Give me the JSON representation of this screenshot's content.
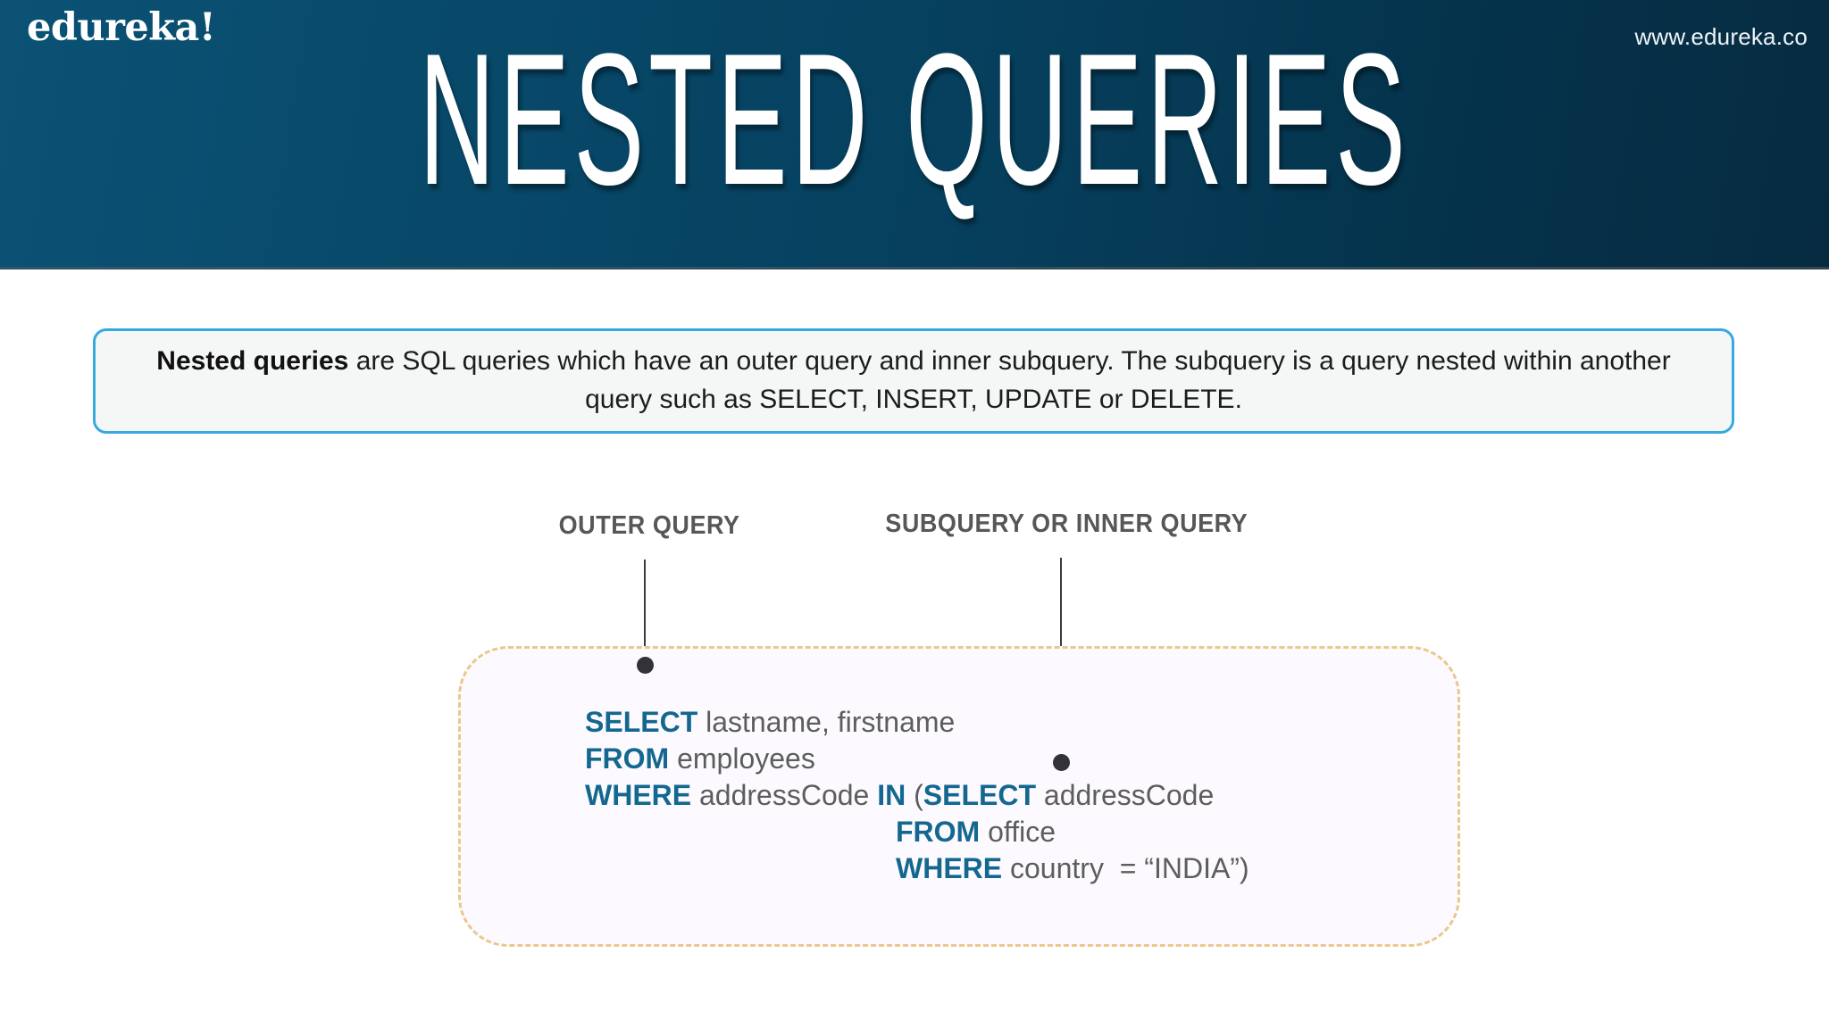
{
  "header": {
    "brand": "edureka!",
    "url": "www.edureka.co",
    "title": "NESTED QUERIES",
    "gradient_from": "#0b5275",
    "gradient_to": "#062b41"
  },
  "callout": {
    "lead_bold": "Nested queries",
    "body": " are SQL queries which have an outer query and inner subquery. The subquery is a query nested within another query such as SELECT, INSERT, UPDATE or DELETE.",
    "border_color": "#36a9e1",
    "background_color": "#f4f7f6"
  },
  "diagram": {
    "labels": {
      "outer": "OUTER QUERY",
      "inner": "SUBQUERY OR INNER QUERY"
    },
    "label_color": "#575757",
    "leader_color": "#3c3c40",
    "box_border_color": "#eac88b",
    "box_background": "#fcfaff",
    "keyword_color": "#14678f",
    "identifier_color": "#5d5d5d",
    "sql": [
      {
        "indented": false,
        "tokens": [
          {
            "t": "SELECT",
            "kw": true
          },
          {
            "t": " lastname, firstname",
            "kw": false
          }
        ]
      },
      {
        "indented": false,
        "tokens": [
          {
            "t": "FROM",
            "kw": true
          },
          {
            "t": " employees",
            "kw": false
          }
        ]
      },
      {
        "indented": false,
        "tokens": [
          {
            "t": "WHERE",
            "kw": true
          },
          {
            "t": " addressCode ",
            "kw": false
          },
          {
            "t": "IN",
            "kw": true
          },
          {
            "t": " (",
            "kw": false
          },
          {
            "t": "SELECT",
            "kw": true
          },
          {
            "t": " addressCode",
            "kw": false
          }
        ]
      },
      {
        "indented": true,
        "tokens": [
          {
            "t": "FROM",
            "kw": true
          },
          {
            "t": " office",
            "kw": false
          }
        ]
      },
      {
        "indented": true,
        "tokens": [
          {
            "t": "WHERE",
            "kw": true
          },
          {
            "t": " country  = “INDIA”)",
            "kw": false
          }
        ]
      }
    ]
  }
}
